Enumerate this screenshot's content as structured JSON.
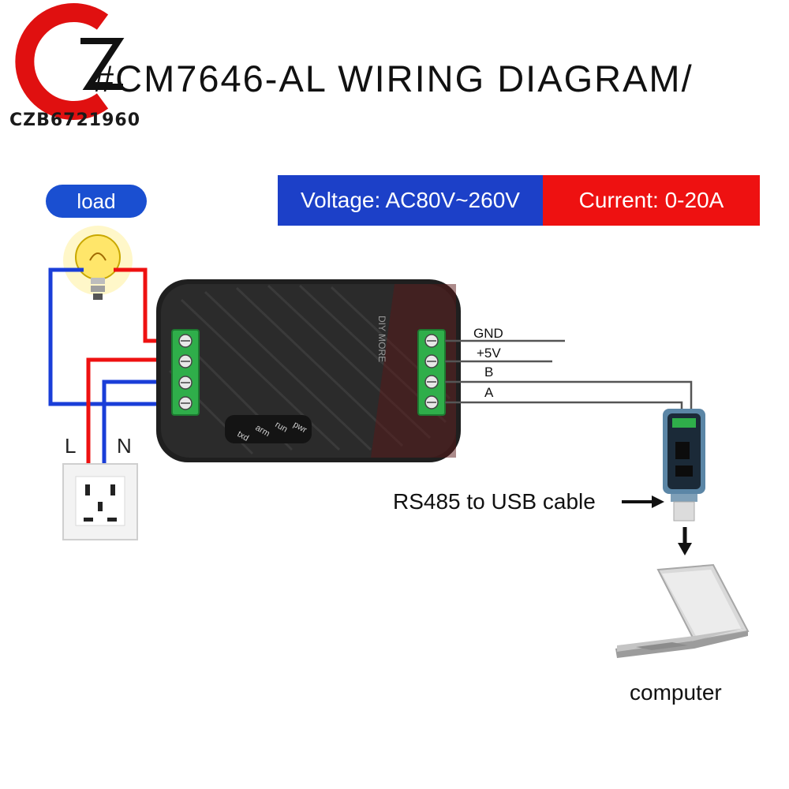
{
  "title": "#CM7646-AL WIRING DIAGRAM/",
  "watermark": "CZB6721960",
  "load_label": "load",
  "voltage_label": "Voltage: AC80V~260V",
  "current_label": "Current: 0-20A",
  "signal_labels": {
    "gnd": "GND",
    "v5": "+5V",
    "b": "B",
    "a": "A"
  },
  "socket_labels": {
    "l": "L",
    "n": "N"
  },
  "device_leds": [
    "txd",
    "arm",
    "run",
    "pwr"
  ],
  "device_brand": "DIY MORE",
  "rs485_label": "RS485 to USB cable",
  "computer_label": "computer",
  "colors": {
    "live_wire": "#ee1111",
    "neutral_wire": "#1a3ed8",
    "banner_blue": "#1c40c8",
    "banner_red": "#ee1111",
    "terminal_green": "#2fae4a"
  }
}
